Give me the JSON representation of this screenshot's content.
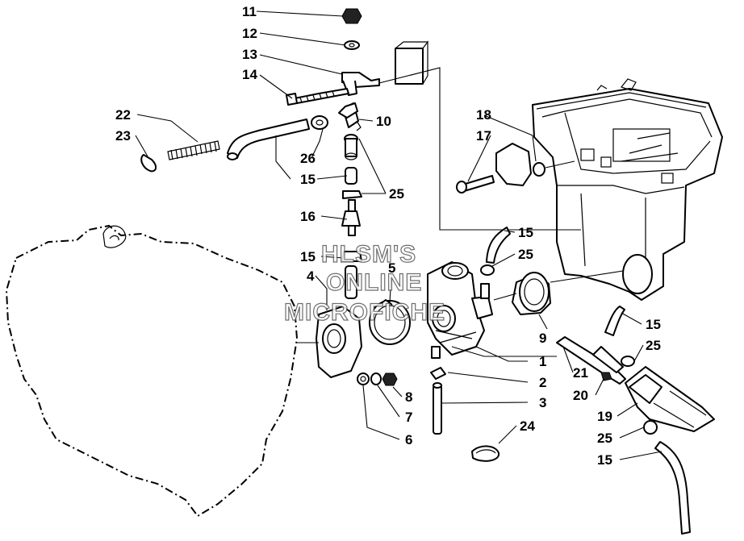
{
  "callouts": [
    "11",
    "12",
    "13",
    "14",
    "22",
    "23",
    "18",
    "17",
    "10",
    "26",
    "15",
    "25",
    "16",
    "15",
    "4",
    "5",
    "15",
    "25",
    "9",
    "1",
    "15",
    "25",
    "21",
    "20",
    "2",
    "8",
    "7",
    "6",
    "3",
    "19",
    "24",
    "25",
    "15"
  ],
  "watermark": {
    "line1": "HLSM'S",
    "line2": "ONLINE",
    "line3": "MICROFICHE"
  },
  "colors": {
    "line": "#000000",
    "background": "#ffffff",
    "watermark_outline": "#555555"
  }
}
